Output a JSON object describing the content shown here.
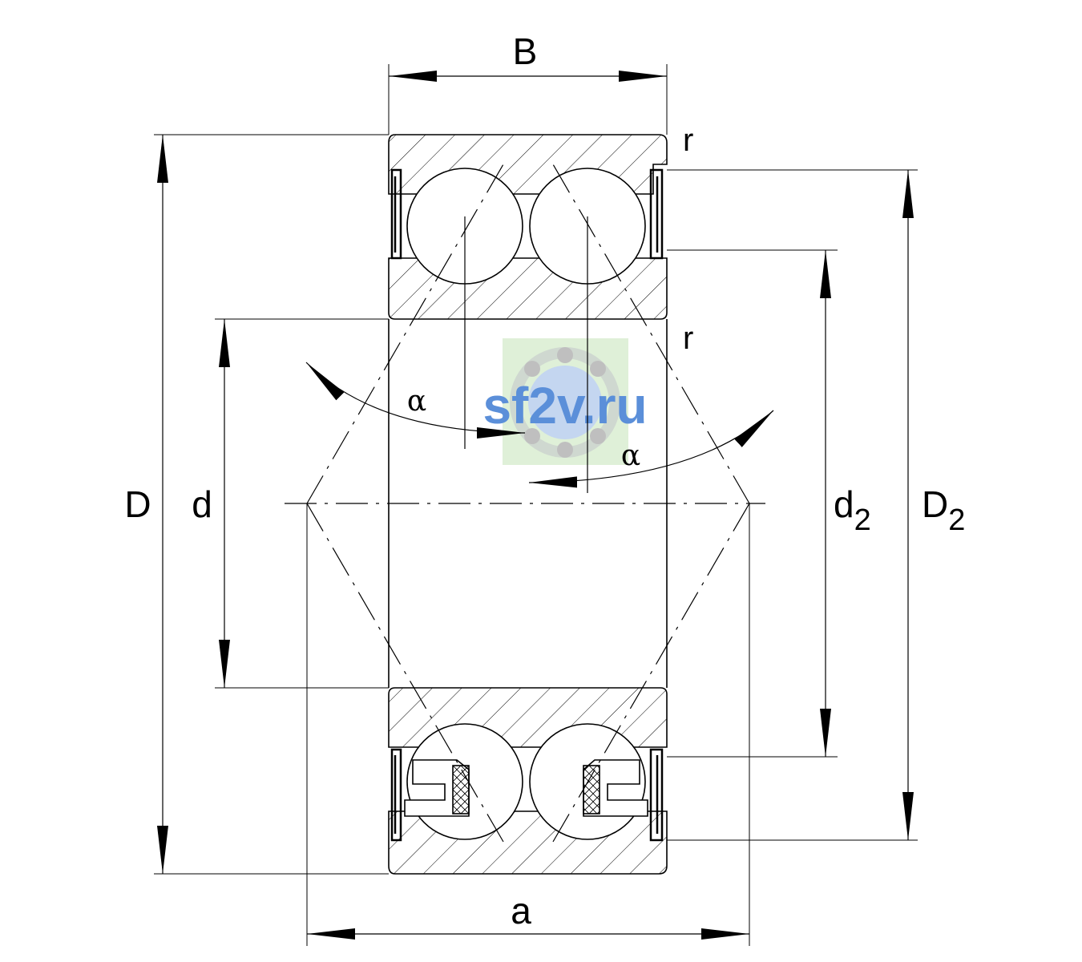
{
  "labels": {
    "width": "B",
    "outer_diameter": "D",
    "bore": "d",
    "d2_main": "d",
    "d2_sub": "2",
    "D2_main": "D",
    "D2_sub": "2",
    "spread": "a",
    "radius_top": "r",
    "radius_mid": "r",
    "angle_left": "α",
    "angle_right": "α"
  },
  "watermark": {
    "text": "sf2v.ru",
    "text_color": "#5b8fd9",
    "bg_color": "#dff0d8",
    "logo": "bearing-logo"
  },
  "colors": {
    "line": "#000000",
    "background": "#ffffff"
  }
}
